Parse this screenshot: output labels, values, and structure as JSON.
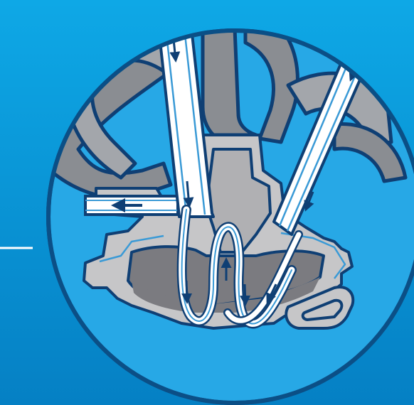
{
  "diagram": {
    "kind": "cutaway illustration of a cast part with internal flow tubes inside a circular inset",
    "colors": {
      "background_top": "#0ea8e6",
      "background_bottom": "#0580c4",
      "circle_fill": "#27a8e6",
      "circle_border": "#0b4f86",
      "outline": "#0f3f74",
      "pipe_gray": "#8a8d92",
      "pipe_gray_light": "#a3a6ab",
      "body_light_gray": "#c6c6c8",
      "body_inner": "#b0b0b3",
      "cavity_dark": "#7b7b80",
      "tube_fill": "#ffffff",
      "tube_edge": "#3a9ad6",
      "arrow": "#0f3f74"
    },
    "elements": [
      "background",
      "indicator-line",
      "inset-circle",
      "background-pipes",
      "cast-body",
      "inner-cavity",
      "loop-tubes",
      "left-vertical-tube",
      "right-diagonal-tube",
      "outlet-tube",
      "mounting-lug"
    ],
    "flow_arrows": [
      "outlet-left",
      "down-left-tube-top",
      "down-left-tube-mid",
      "down-left-loop",
      "up-center",
      "down-center-right",
      "diagonal-right-top",
      "diagonal-right-bottom",
      "down-right-loop"
    ]
  }
}
